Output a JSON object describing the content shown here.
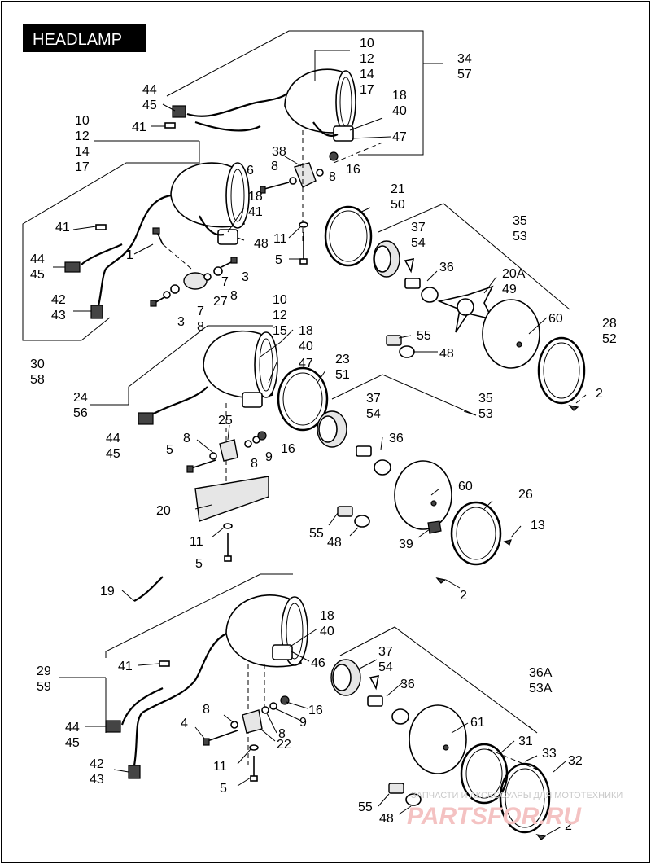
{
  "title": "HEADLAMP",
  "callouts": {
    "a": [
      "10",
      "12",
      "14",
      "17"
    ],
    "b": [
      "34",
      "57"
    ],
    "c": [
      "44",
      "45"
    ],
    "d": "41",
    "e": [
      "18",
      "40"
    ],
    "f": "47",
    "g": "38",
    "h": "6",
    "i": "8",
    "j": "8",
    "k": "16",
    "l": [
      "10",
      "12",
      "14",
      "17"
    ],
    "m": [
      "21",
      "50"
    ],
    "n": [
      "18",
      "41"
    ],
    "o": "48",
    "p": "41",
    "q": "11",
    "r": "5",
    "s": [
      "37",
      "54"
    ],
    "t": [
      "35",
      "53"
    ],
    "u": "1",
    "v": [
      "44",
      "45"
    ],
    "w": "3",
    "x": "7",
    "y": "8",
    "z": "36",
    "aa": [
      "20A",
      "49"
    ],
    "ab": "27",
    "ac": [
      "42",
      "43"
    ],
    "ad": "7",
    "ae": "8",
    "af": "3",
    "ag": "60",
    "ah": [
      "28",
      "52"
    ],
    "ai": [
      "10",
      "12",
      "15"
    ],
    "aj": [
      "18",
      "40"
    ],
    "ak": "55",
    "al": "48",
    "am": [
      "30",
      "58"
    ],
    "an": "47",
    "ao": [
      "23",
      "51"
    ],
    "ap": "2",
    "aq": [
      "24",
      "56"
    ],
    "ar": [
      "37",
      "54"
    ],
    "as": [
      "35",
      "53"
    ],
    "at": "25",
    "au": [
      "44",
      "45"
    ],
    "av": "8",
    "aw": "16",
    "ax": "36",
    "ay": "5",
    "az": "9",
    "ba": "8",
    "bb": "60",
    "bc": "26",
    "bd": "20",
    "be": "13",
    "bf": "55",
    "bg": "48",
    "bh": "39",
    "bi": "11",
    "bj": "5",
    "bk": "2",
    "bl": "19",
    "bm": [
      "18",
      "40"
    ],
    "bn": "46",
    "bo": [
      "29",
      "59"
    ],
    "bp": "41",
    "bq": [
      "37",
      "54"
    ],
    "br": [
      "36A",
      "53A"
    ],
    "bs": "36",
    "bt": "8",
    "bu": "16",
    "bv": "9",
    "bw": "8",
    "bx": "61",
    "by": [
      "44",
      "45"
    ],
    "bz": "4",
    "ca": "22",
    "cb": "31",
    "cc": "33",
    "cd": [
      "42",
      "43"
    ],
    "ce": "11",
    "cf": "32",
    "cg": "5",
    "ch": "55",
    "ci": "48",
    "cj": "2"
  },
  "watermark": {
    "tagline": "ЗАПЧАСТИ И АКСЕССУАРЫ ДЛЯ МОТОТЕХНИКИ",
    "brand": "PARTSFOR.RU"
  }
}
